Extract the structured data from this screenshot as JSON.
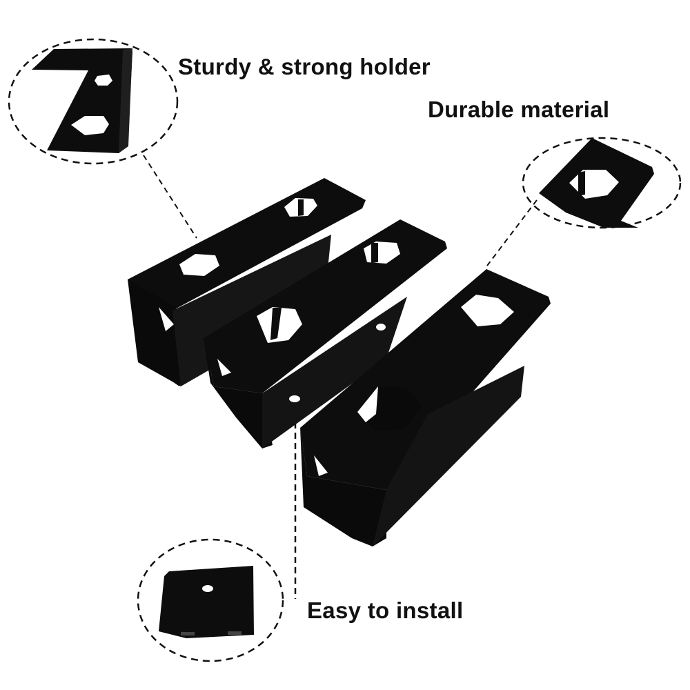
{
  "labels": {
    "sturdy": "Sturdy & strong holder",
    "durable": "Durable material",
    "easy": "Easy to install"
  },
  "colors": {
    "background": "#ffffff",
    "bracket": "#0d0d0d",
    "bracket_shade": "#1c1c1c",
    "text": "#111111",
    "dash": "#111111"
  },
  "callouts": [
    {
      "id": "sturdy",
      "shape": "dashed-ellipse",
      "content": "bracket-corner-closeup"
    },
    {
      "id": "durable",
      "shape": "dashed-ellipse",
      "content": "hex-hole-closeup"
    },
    {
      "id": "easy",
      "shape": "dashed-ellipse",
      "content": "screw-hole-closeup"
    }
  ],
  "product": {
    "count": 3,
    "item": "u-shaped-bracket-with-hex-holes"
  }
}
